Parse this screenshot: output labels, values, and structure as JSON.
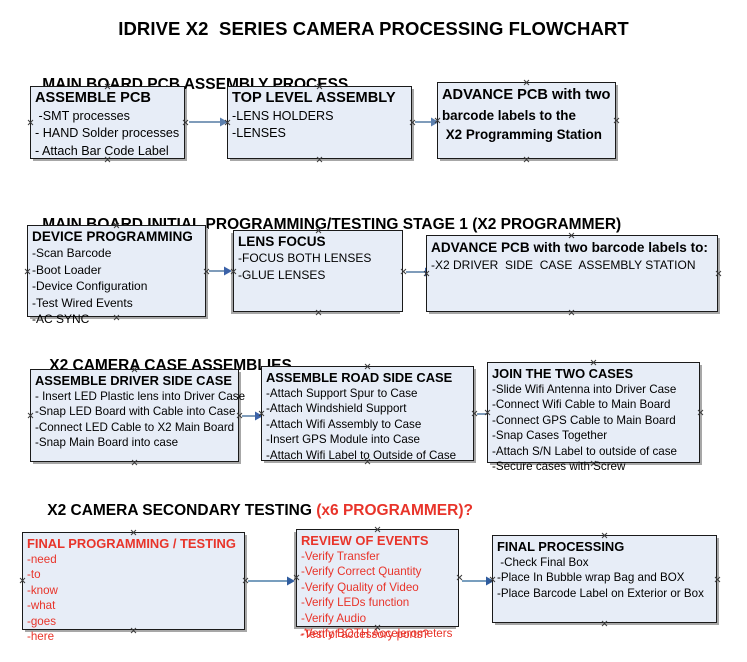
{
  "document": {
    "title": "IDRIVE X2  SERIES CAMERA PROCESSING FLOWCHART",
    "accent_color": "#e8342a",
    "box_fill": "#e7edf7",
    "box_border": "#1a1a1a",
    "arrow_color": "#7f9cba"
  },
  "sections": [
    {
      "id": "pcb-assembly",
      "header": "MAIN BOARD PCB ASSEMBLY PROCESS",
      "header_accent": "",
      "nodes": [
        {
          "id": "assemble-pcb",
          "title": "ASSEMBLE PCB",
          "lines": [
            " -SMT processes",
            "- HAND Solder processes",
            "- Attach Bar Code Label"
          ]
        },
        {
          "id": "top-level-assembly",
          "title": "TOP LEVEL ASSEMBLY",
          "lines": [
            "-LENS HOLDERS",
            "-LENSES"
          ]
        },
        {
          "id": "advance-pcb-to-station",
          "title": "ADVANCE PCB with two",
          "lines": [
            "barcode labels to the",
            " X2 Programming Station"
          ]
        }
      ]
    },
    {
      "id": "initial-programming",
      "header": "MAIN BOARD INITIAL PROGRAMMING/TESTING STAGE 1 (X2 PROGRAMMER)",
      "header_accent": "",
      "nodes": [
        {
          "id": "device-programming",
          "title": "DEVICE PROGRAMMING",
          "lines": [
            "-Scan Barcode",
            "-Boot Loader",
            "-Device Configuration",
            "-Test Wired Events",
            "-AC SYNC"
          ]
        },
        {
          "id": "lens-focus",
          "title": "LENS FOCUS",
          "lines": [
            "-FOCUS BOTH LENSES",
            "-GLUE LENSES"
          ]
        },
        {
          "id": "advance-pcb-driver-side",
          "title": "ADVANCE PCB with two barcode labels to:",
          "lines": [
            "-X2 DRIVER  SIDE  CASE  ASSEMBLY STATION"
          ]
        }
      ]
    },
    {
      "id": "case-assemblies",
      "header": "X2 CAMERA CASE ASSEMBLIES",
      "header_accent": "",
      "nodes": [
        {
          "id": "assemble-driver-side-case",
          "title": "ASSEMBLE DRIVER SIDE CASE",
          "lines": [
            "- Insert LED Plastic lens into Driver Case",
            "-Snap LED Board with Cable into Case",
            "-Connect LED Cable to X2 Main Board",
            "-Snap Main Board into case"
          ]
        },
        {
          "id": "assemble-road-side-case",
          "title": "ASSEMBLE ROAD SIDE CASE",
          "lines": [
            "-Attach Support Spur to Case",
            "-Attach Windshield Support",
            "-Attach Wifi Assembly to Case",
            "-Insert GPS Module into Case",
            "-Attach Wifi Label to Outside of Case"
          ]
        },
        {
          "id": "join-the-two-cases",
          "title": "JOIN THE TWO CASES",
          "lines": [
            "-Slide Wifi Antenna into Driver Case",
            "-Connect Wifi Cable to Main Board",
            "-Connect GPS Cable to Main Board",
            "-Snap Cases Together",
            "-Attach S/N Label to outside of case",
            "-Secure cases with Screw"
          ]
        }
      ]
    },
    {
      "id": "secondary-testing",
      "header": "X2 CAMERA SECONDARY TESTING ",
      "header_accent": "(x6 PROGRAMMER)?",
      "nodes": [
        {
          "id": "final-programming-testing",
          "title": "FINAL PROGRAMMING / TESTING",
          "lines": [
            "-need",
            "-to",
            "-know",
            "-what",
            "-goes",
            "-here"
          ]
        },
        {
          "id": "review-of-events",
          "title": "REVIEW OF EVENTS",
          "lines": [
            "-Verify Transfer",
            "-Verify Correct Quantity",
            "-Verify Quality of Video",
            "-Verify LEDs function",
            "-Verify Audio",
            "-Verify BOTH Accelerometers"
          ],
          "overflow_line": "-Test of accessory ports?"
        },
        {
          "id": "final-processing",
          "title": "FINAL PROCESSING",
          "lines": [
            " -Check Final Box",
            "-Place In Bubble wrap Bag and BOX",
            "-Place Barcode Label on Exterior or Box"
          ]
        }
      ]
    }
  ]
}
